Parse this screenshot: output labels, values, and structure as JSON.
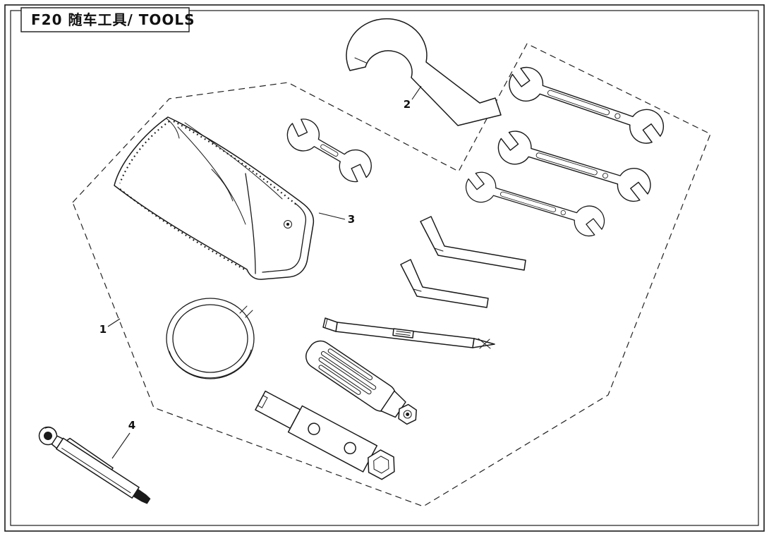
{
  "title_box": {
    "title": "F20 随车工具/ TOOLS"
  },
  "part_labels": {
    "toolkit": "1",
    "hook_spanner": "2",
    "tool_bag": "3",
    "tire_gauge": "4"
  },
  "line_color": "#1a1a1a",
  "background_color": "#ffffff"
}
